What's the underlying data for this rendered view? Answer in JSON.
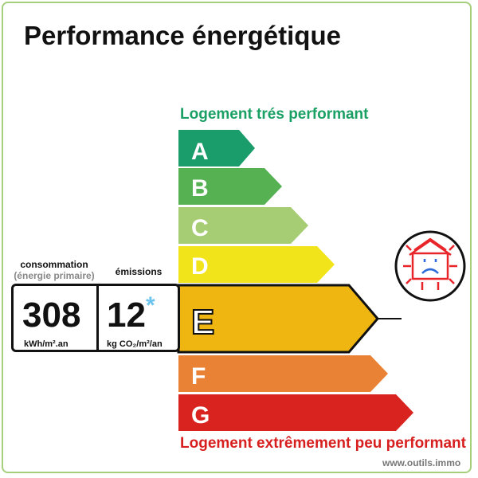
{
  "title": "Performance énergétique",
  "top_label": "Logement trés performant",
  "bottom_label": "Logement extrêmement peu performant",
  "source": "www.outils.immo",
  "consumption": {
    "header_line1": "consommation",
    "header_line2": "(énergie primaire)",
    "value": "308",
    "unit": "kWh/m².an"
  },
  "emissions": {
    "header": "émissions",
    "value": "12",
    "star": "*",
    "unit": "kg CO₂/m²/an"
  },
  "active_class": "E",
  "classes": [
    {
      "letter": "A",
      "color": "#1a9d6a"
    },
    {
      "letter": "B",
      "color": "#56b153"
    },
    {
      "letter": "C",
      "color": "#a6cc74"
    },
    {
      "letter": "D",
      "color": "#f2e41a"
    },
    {
      "letter": "E",
      "color": "#efb510"
    },
    {
      "letter": "F",
      "color": "#ea8236"
    },
    {
      "letter": "G",
      "color": "#d9231f"
    }
  ],
  "badge_icon": "house-sad-face-icon",
  "badge_colors": {
    "house": "#e8262a",
    "face": "#2c6bd8"
  }
}
